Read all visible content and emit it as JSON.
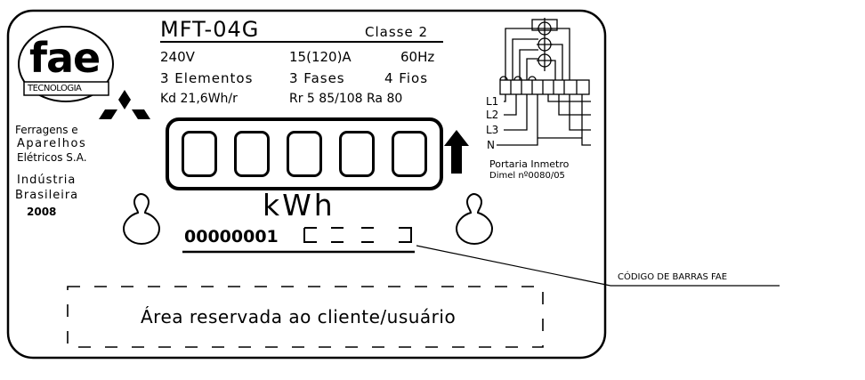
{
  "brand": {
    "logo_text": "fae",
    "logo_sub": "TECNOLOGIA",
    "company": [
      "Ferragens e",
      "Aparelhos",
      "Elétricos S.A."
    ],
    "made_in": [
      "Indústria",
      "Brasileira"
    ],
    "year": "2008"
  },
  "specs": {
    "model": "MFT-04G",
    "class": "Classe 2",
    "voltage": "240V",
    "current": "15(120)A",
    "frequency": "60Hz",
    "elements": "3 Elementos",
    "phases": "3 Fases",
    "wires": "4 Fios",
    "kd": "Kd 21,6Wh/r",
    "rr": "Rr 5 85/108 Ra 80"
  },
  "register": {
    "unit": "kWh",
    "serial": "00000001"
  },
  "wiring": {
    "labels": [
      "L1",
      "L2",
      "L3",
      "N"
    ],
    "approval": [
      "Portaria Inmetro",
      "Dimel nº0080/05"
    ]
  },
  "callout": "CÓDIGO DE BARRAS FAE",
  "reserved_area": "Área reservada ao cliente/usuário"
}
